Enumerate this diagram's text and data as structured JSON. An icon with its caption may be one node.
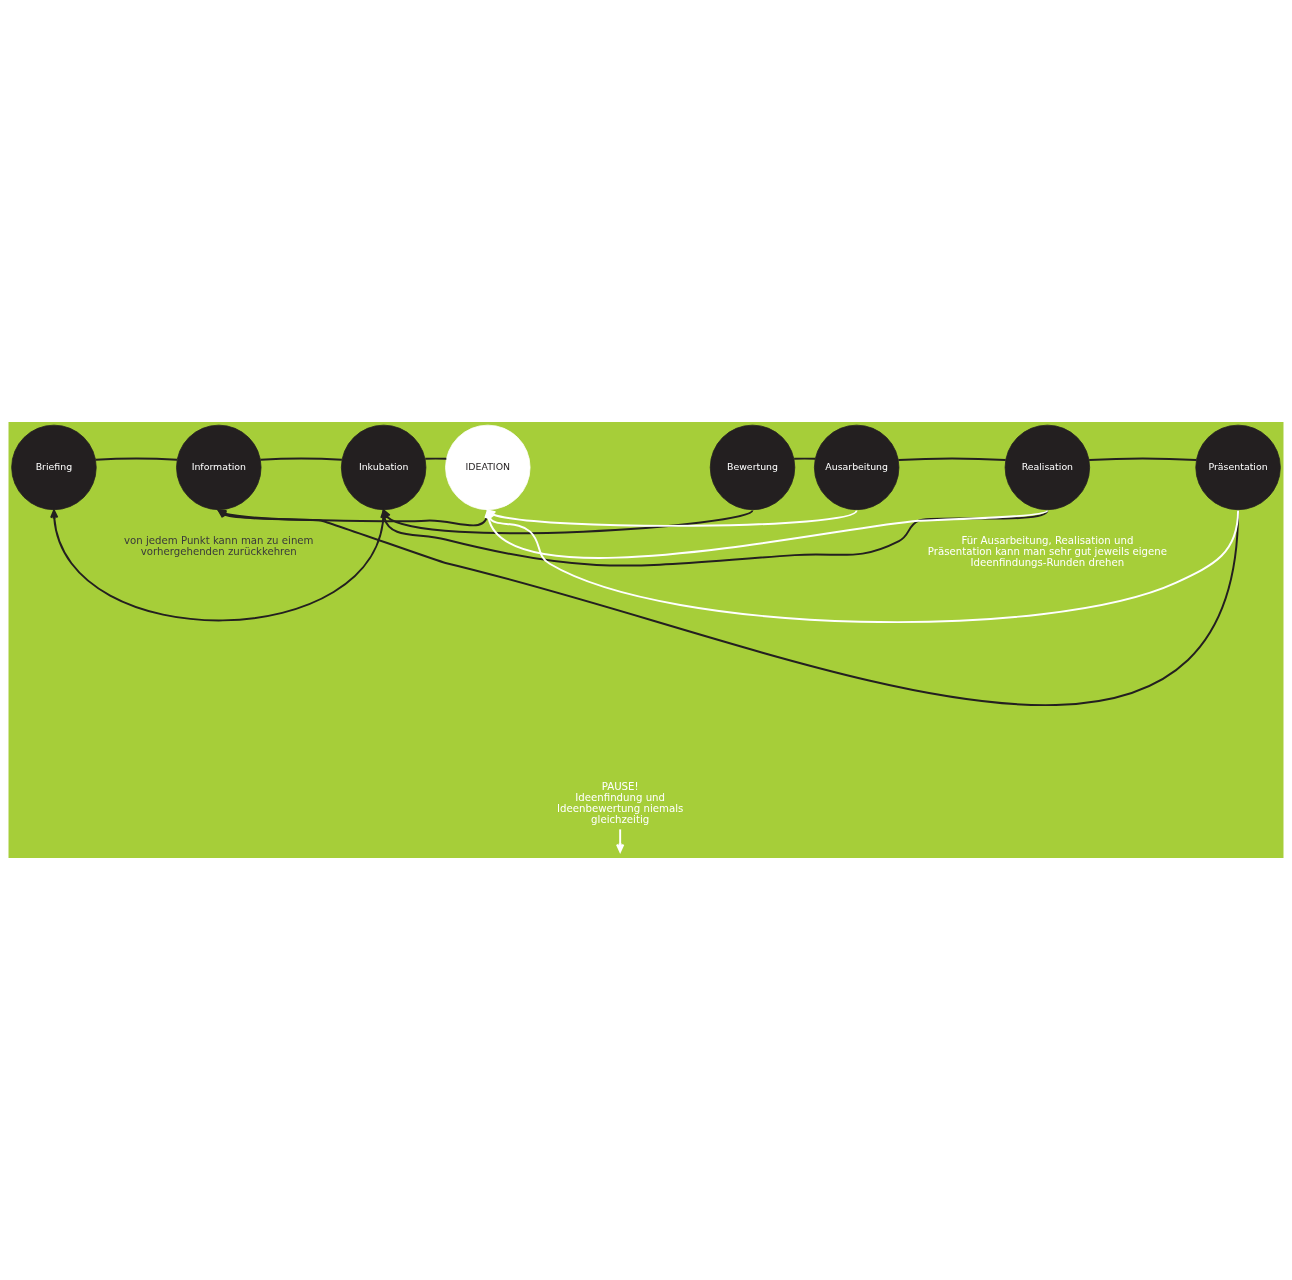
{
  "diagram": {
    "nodes": [
      {
        "text": [
          "Briefing"
        ]
      },
      {
        "text": [
          "Information"
        ]
      },
      {
        "text": [
          "Inkubation"
        ]
      },
      {
        "text": [
          "IDEATION"
        ]
      },
      {
        "text": [
          "Bewertung"
        ]
      },
      {
        "text": [
          "Ausarbeitung"
        ]
      },
      {
        "text": [
          "Realisation"
        ]
      },
      {
        "text": [
          "Präsentation"
        ]
      },
      {
        "text": [
          "PAUSE!",
          "Ideenfindung und Ideenbewertung niemals gleichzeitig"
        ]
      }
    ],
    "edges": [
      {
        "from": 0,
        "to": 1,
        "arrow": "none"
      },
      {
        "from": 1,
        "to": 2,
        "arrow": "none"
      },
      {
        "from": 2,
        "to": 3,
        "arrow": "none"
      },
      {
        "from": 4,
        "to": 5,
        "arrow": "none"
      },
      {
        "from": 5,
        "to": 6,
        "arrow": "none"
      },
      {
        "from": 6,
        "to": 7,
        "arrow": "none"
      },
      {
        "from": 8,
        "to": null,
        "arrow": "to",
        "color": "#ffffff"
      },
      {
        "from": 2,
        "to": 0,
        "arrow": "to"
      },
      {
        "from": 3,
        "to": 1,
        "arrow": "to"
      },
      {
        "from": 4,
        "to": 2,
        "arrow": "to"
      },
      {
        "from": 6,
        "to": 2,
        "arrow": "to"
      },
      {
        "from": 7,
        "to": 1,
        "arrow": "to"
      },
      {
        "from": 5,
        "to": 3,
        "arrow": "to",
        "color": "#ffffff"
      },
      {
        "from": 6,
        "to": 3,
        "arrow": "to",
        "color": "#ffffff"
      },
      {
        "from": 7,
        "to": 3,
        "arrow": "to",
        "color": "#ffffff"
      }
    ],
    "labels": [
      "von jedem Punkt kann man zu einem vorhergehenden zurückkehren",
      "Für Ausarbeitung, Realisation und Präsentation kann man sehr gut jeweils eigene Ideenfindungs-Runden drehen"
    ]
  }
}
